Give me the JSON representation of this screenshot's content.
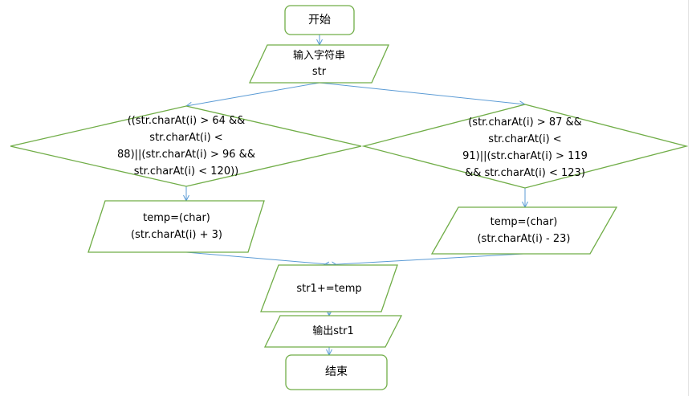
{
  "colors": {
    "shape_stroke": "#70ad47",
    "arrow": "#5b9bd5",
    "fill": "#ffffff",
    "text": "#000000"
  },
  "nodes": {
    "start": {
      "type": "terminator",
      "lines": [
        "开始"
      ]
    },
    "input": {
      "type": "io",
      "lines": [
        "输入字符串",
        "str"
      ]
    },
    "cond_left": {
      "type": "decision",
      "lines": [
        "((str.charAt(i) > 64 &&",
        "str.charAt(i) <",
        "88)||(str.charAt(i) > 96 &&",
        "str.charAt(i) < 120))"
      ]
    },
    "cond_right": {
      "type": "decision",
      "lines": [
        "(str.charAt(i) > 87 &&",
        "str.charAt(i) <",
        "91)||(str.charAt(i) > 119",
        "&& str.charAt(i) < 123)"
      ]
    },
    "shift_left": {
      "type": "io",
      "lines": [
        "temp=(char)",
        "(str.charAt(i) + 3)"
      ]
    },
    "shift_right": {
      "type": "io",
      "lines": [
        "temp=(char)",
        "(str.charAt(i) - 23)"
      ]
    },
    "append": {
      "type": "io",
      "lines": [
        "str1+=temp"
      ]
    },
    "output": {
      "type": "io",
      "lines": [
        "输出str1"
      ]
    },
    "end": {
      "type": "terminator",
      "lines": [
        "结束"
      ]
    }
  }
}
